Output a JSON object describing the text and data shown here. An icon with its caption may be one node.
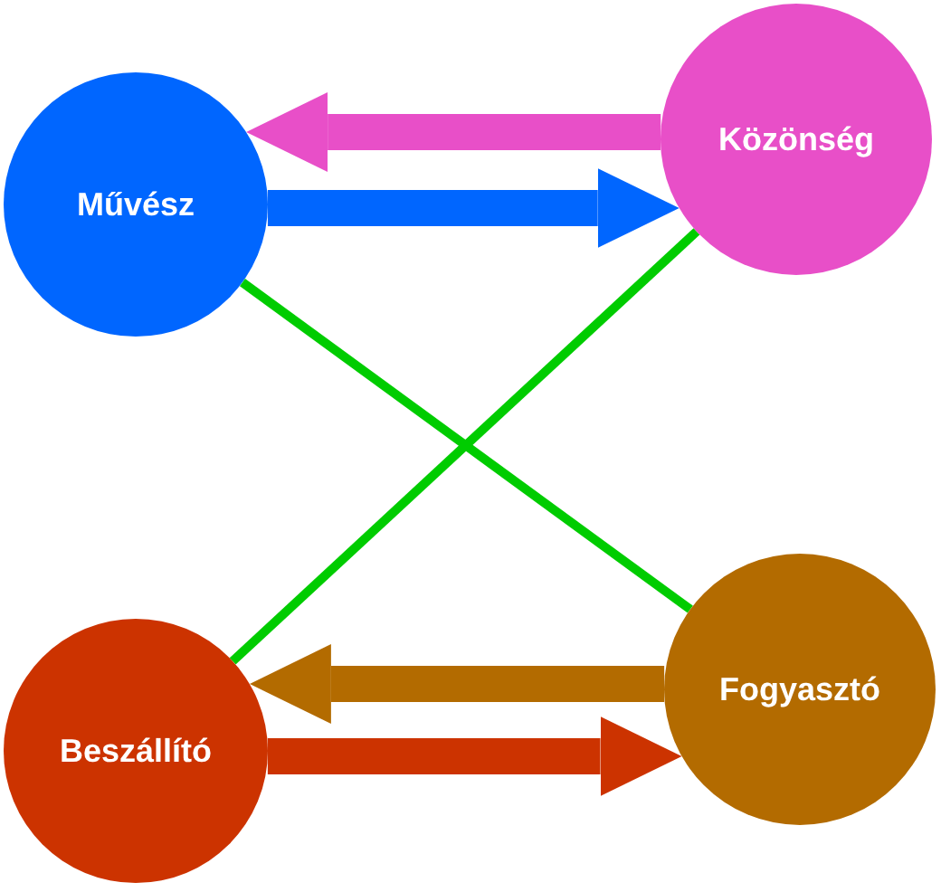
{
  "diagram": {
    "nodes": [
      {
        "text": [
          "Művész"
        ]
      },
      {
        "text": [
          "Közönség"
        ]
      },
      {
        "text": [
          "Beszállító"
        ]
      },
      {
        "text": [
          "Fogyasztó"
        ]
      }
    ],
    "edges": [
      {
        "from": 1,
        "to": 0,
        "arrow": "to",
        "color": "#e84fc8"
      },
      {
        "from": 0,
        "to": 1,
        "arrow": "to",
        "color": "#0066ff"
      },
      {
        "from": 0,
        "to": 3,
        "arrow": "none",
        "color": "#00cc00"
      },
      {
        "from": 2,
        "to": 1,
        "arrow": "none",
        "color": "#00cc00"
      },
      {
        "from": 3,
        "to": 2,
        "arrow": "to",
        "color": "#b36b00"
      },
      {
        "from": 2,
        "to": 3,
        "arrow": "to",
        "color": "#cc3300"
      }
    ]
  }
}
